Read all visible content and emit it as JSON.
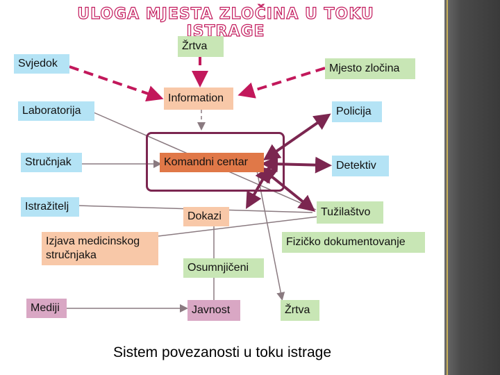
{
  "title": "ULOGA MJESTA ZLOČINA U TOKU ISTRAGE",
  "caption": "Sistem povezanosti u toku istrage",
  "colors": {
    "title_outline": "#c2185b",
    "arrow_dashed": "#c2185b",
    "arrow_solid": "#7b2650",
    "arrow_grey": "#8a7a80",
    "green_box": "#c8e6b5",
    "blue_box": "#b4e3f5",
    "peach_box": "#f8c8a8",
    "orange_box": "#e07848",
    "pink_box": "#d9a7c4"
  },
  "nodes": {
    "zrtva_top": "Žrtva",
    "svjedok": "Svjedok",
    "mjesto_zlocina": "Mjesto zločina",
    "laboratorija": "Laboratorija",
    "information": "Information",
    "policija": "Policija",
    "strucnjak": "Stručnjak",
    "komandni_centar": "Komandni centar",
    "detektiv": "Detektiv",
    "istrazitelj": "Istražitelj",
    "dokazi": "Dokazi",
    "tuzilastvo": "Tužilaštvo",
    "izjava": "Izjava medicinskog stručnjaka",
    "fizicko": "Fizičko dokumentovanje",
    "osumnjiceni": "Osumnjičeni",
    "mediji": "Mediji",
    "javnost": "Javnost",
    "zrtva_bottom": "Žrtva"
  }
}
